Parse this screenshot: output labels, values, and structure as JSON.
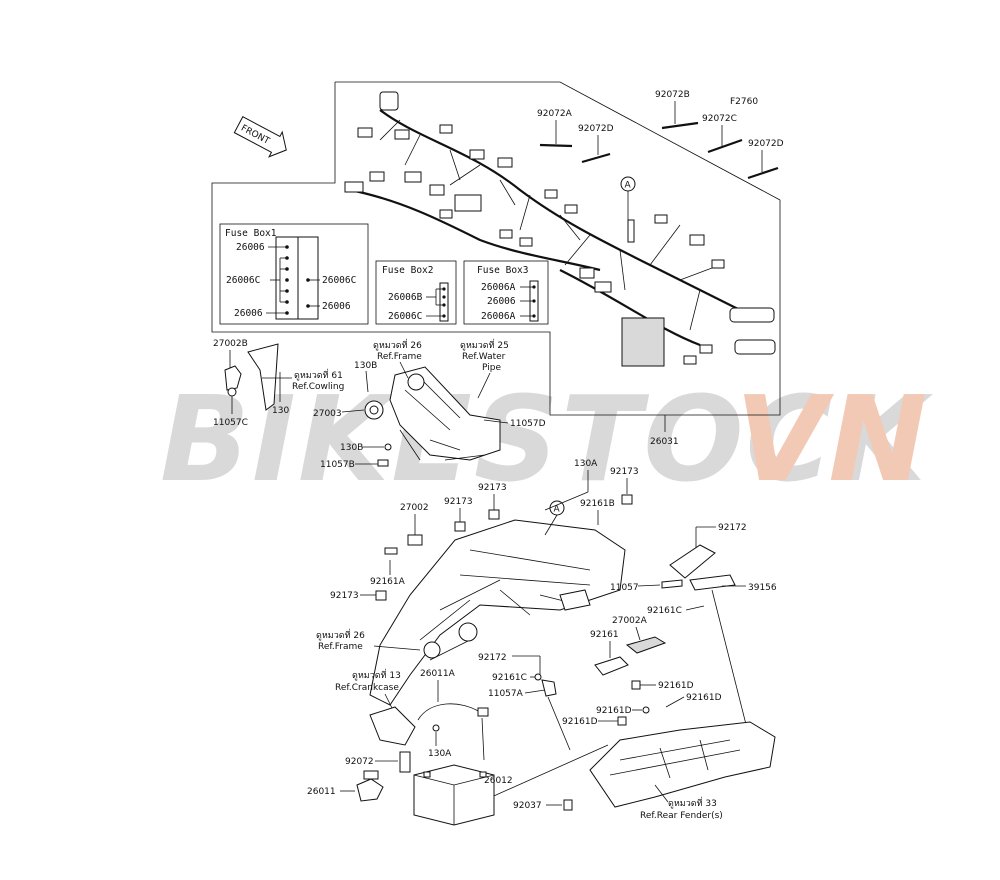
{
  "watermark": {
    "brand": "BIKESTOCK",
    "suffix": "VN",
    "brand_color": "#d9d9d9",
    "suffix_color": "#f2c9b4"
  },
  "front_label": "FRONT",
  "figure_code": "F2760",
  "fuse_boxes": {
    "box1": {
      "title": "Fuse Box1",
      "left": [
        "26006",
        "26006C",
        "26006"
      ],
      "right": [
        "26006C",
        "26006"
      ]
    },
    "box2": {
      "title": "Fuse Box2",
      "left": [
        "26006B",
        "26006C"
      ]
    },
    "box3": {
      "title": "Fuse Box3",
      "left": [
        "26006A",
        "26006",
        "26006A"
      ]
    }
  },
  "callouts": {
    "c92072A": "92072A",
    "c92072B": "92072B",
    "c92072C": "92072C",
    "c92072D_top": "92072D",
    "c92072D_right": "92072D",
    "A_top": "A",
    "A_frame": "A",
    "c27002B": "27002B",
    "ref61_th": "ดูหมวดที่ 61",
    "ref61_en": "Ref.Cowling",
    "c130_top": "130",
    "c11057C": "11057C",
    "c130B_top": "130B",
    "ref26_th_a": "ดูหมวดที่ 26",
    "ref26_en_a": "Ref.Frame",
    "ref25_th": "ดูหมวดที่ 25",
    "ref25_en1": "Ref.Water",
    "ref25_en2": "Pipe",
    "c27003": "27003",
    "c11057D": "11057D",
    "c130B_low": "130B",
    "c11057B": "11057B",
    "c26031": "26031",
    "c130A_top": "130A",
    "c92173_a": "92173",
    "c92173_b": "92173",
    "c92173_c": "92173",
    "c92161B": "92161B",
    "c27002": "27002",
    "c92161A": "92161A",
    "c92173_d": "92173",
    "c92172_a": "92172",
    "c11057": "11057",
    "c39156": "39156",
    "c92161C_a": "92161C",
    "ref26_th_b": "ดูหมวดที่ 26",
    "ref26_en_b": "Ref.Frame",
    "c27002A": "27002A",
    "c92161": "92161",
    "c92172_b": "92172",
    "c92161C_b": "92161C",
    "c11057A": "11057A",
    "ref13_th": "ดูหมวดที่ 13",
    "ref13_en": "Ref.Crankcase",
    "c26011A": "26011A",
    "c92161D_a": "92161D",
    "c92161D_b": "92161D",
    "c92161D_c": "92161D",
    "c92161D_d": "92161D",
    "c130A_low": "130A",
    "c92072": "92072",
    "c26012": "26012",
    "c26011": "26011",
    "c92037": "92037",
    "ref33_th": "ดูหมวดที่ 33",
    "ref33_en": "Ref.Rear Fender(s)"
  }
}
